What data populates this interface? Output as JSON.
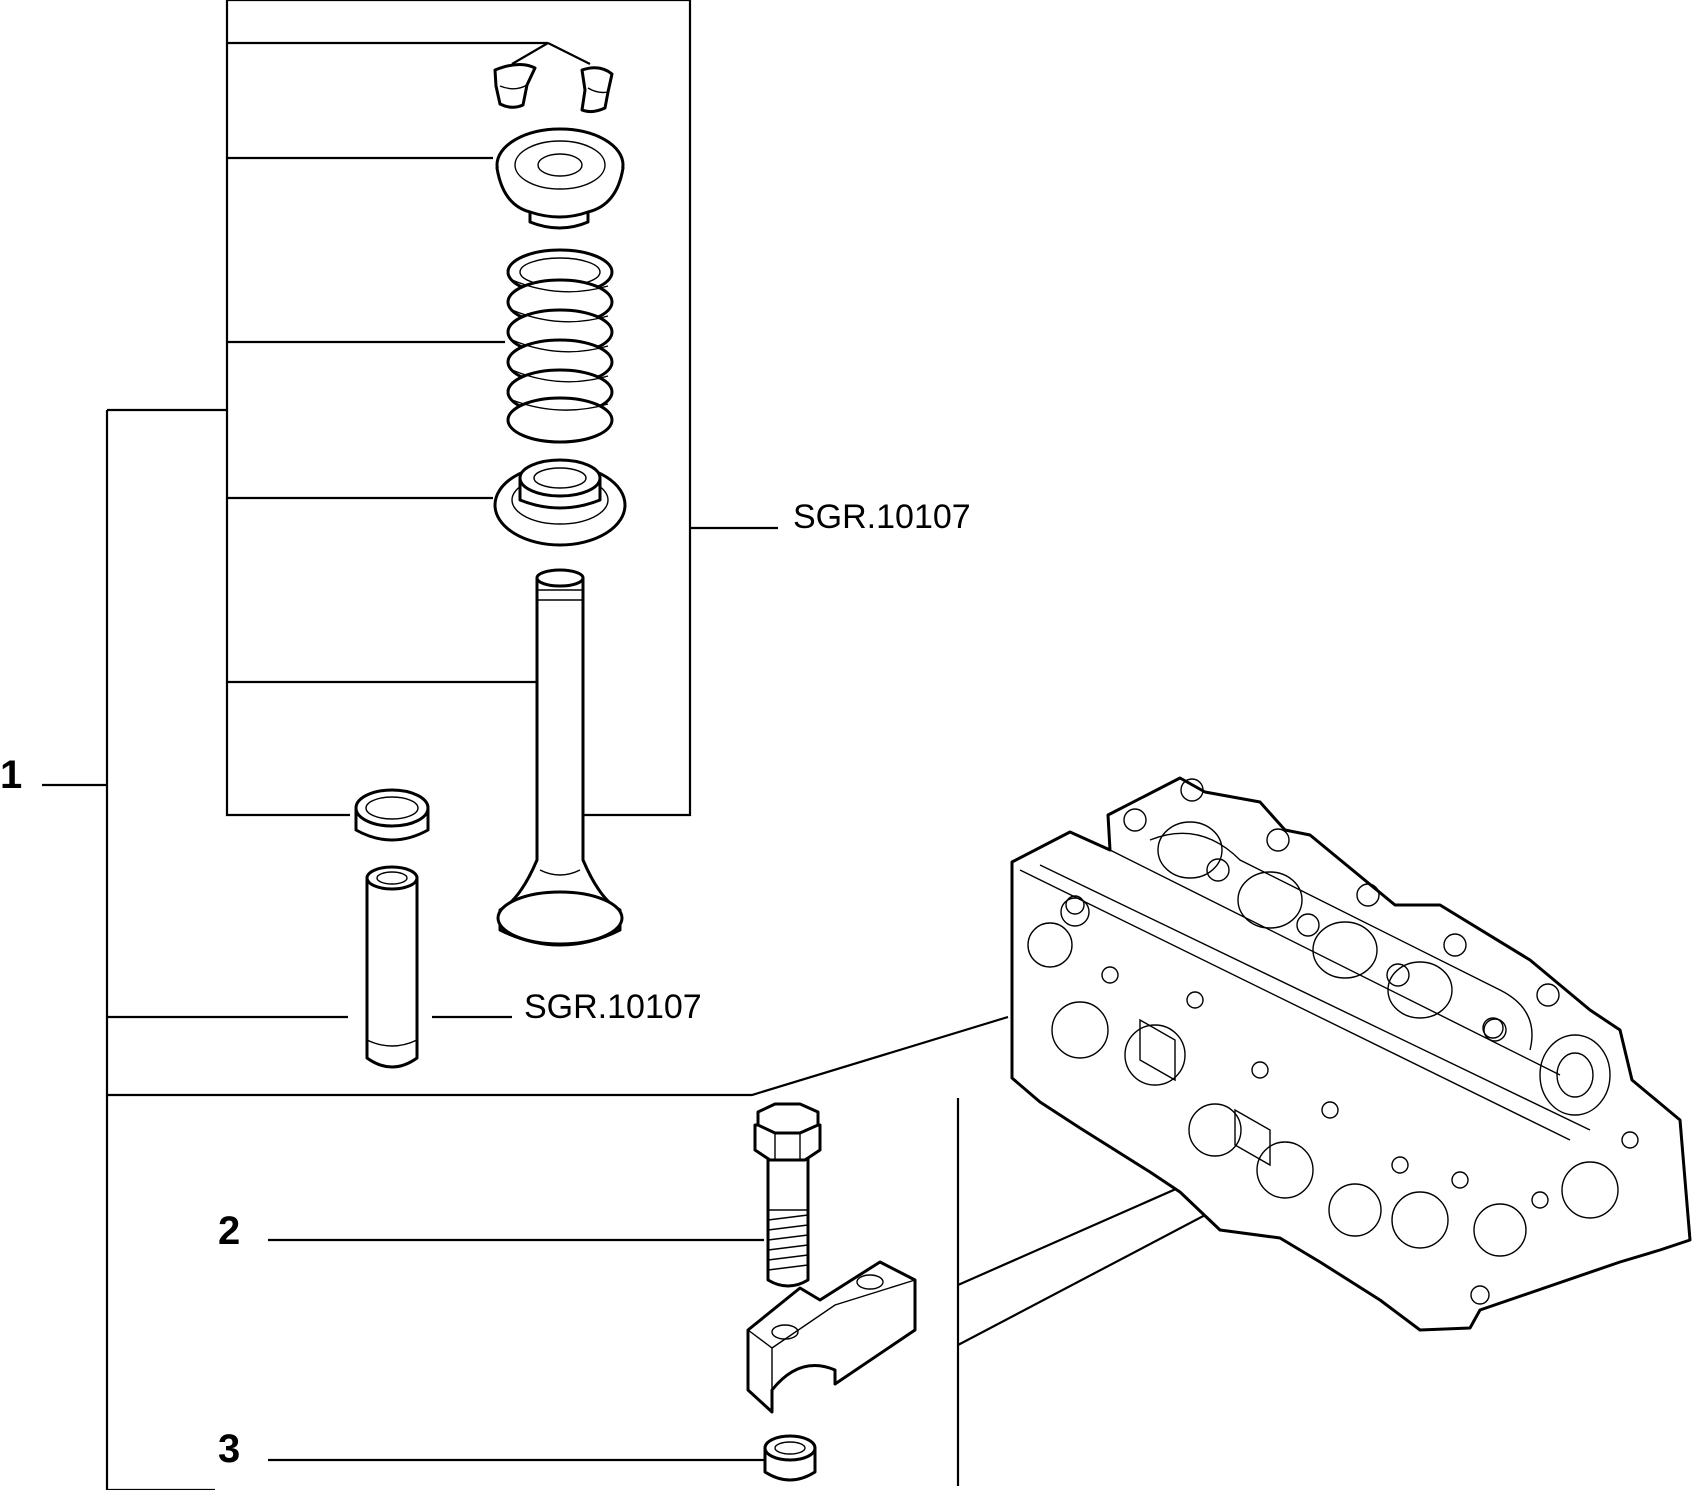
{
  "callouts": {
    "c1": "1",
    "c2": "2",
    "c3": "3"
  },
  "references": {
    "valve_group": "SGR.10107",
    "guide": "SGR.10107"
  },
  "colors": {
    "line": "#000000",
    "background": "#ffffff"
  }
}
